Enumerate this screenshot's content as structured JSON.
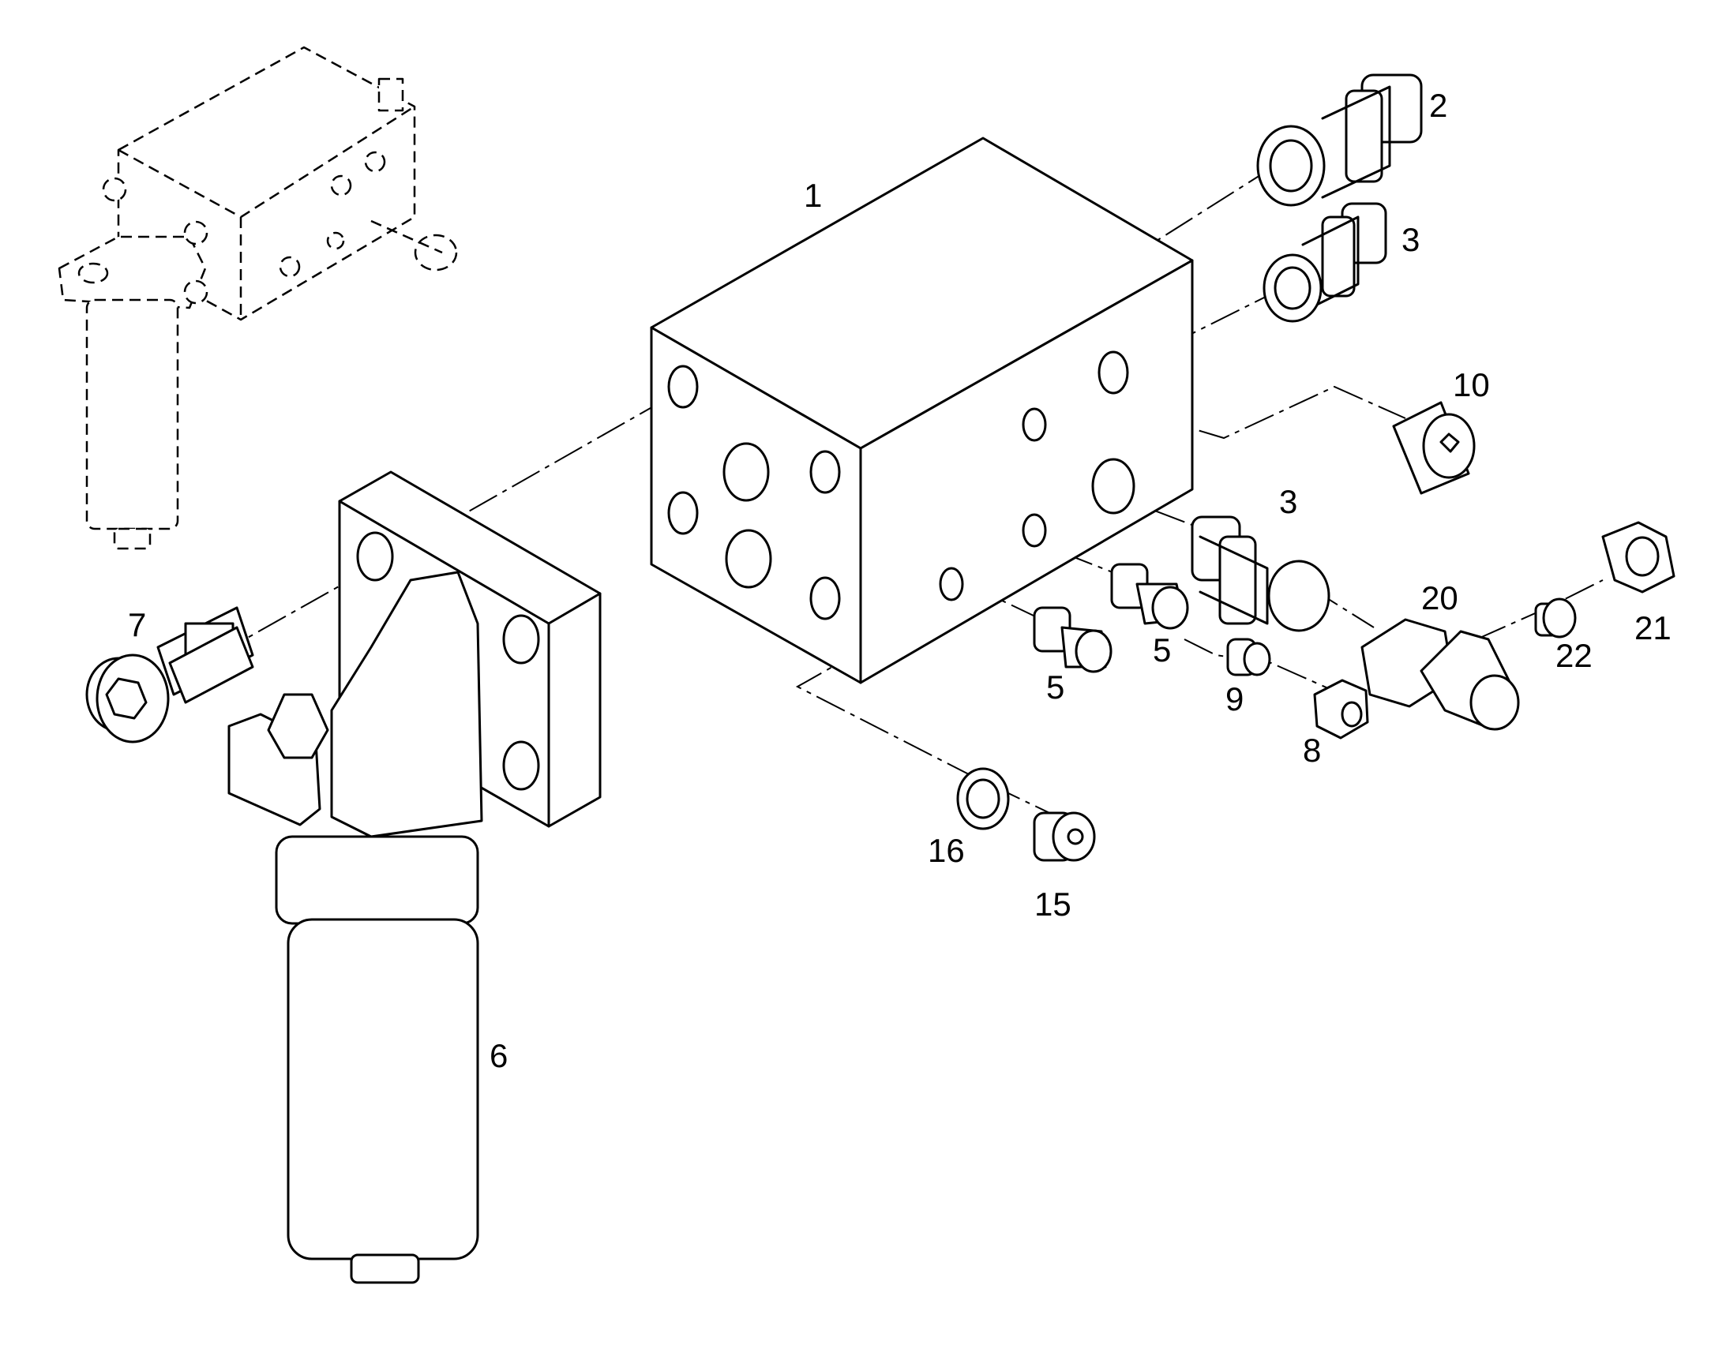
{
  "callouts": {
    "c1": "1",
    "c2": "2",
    "c3a": "3",
    "c3b": "3",
    "c5a": "5",
    "c5b": "5",
    "c6": "6",
    "c7": "7",
    "c8": "8",
    "c9": "9",
    "c10": "10",
    "c15": "15",
    "c16": "16",
    "c20": "20",
    "c21": "21",
    "c22": "22"
  }
}
